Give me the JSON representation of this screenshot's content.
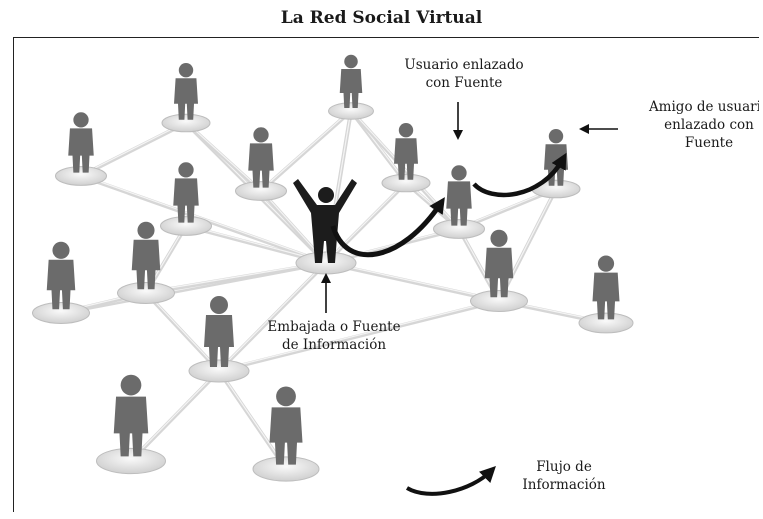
{
  "title": "La Red Social Virtual",
  "labels": {
    "usuario": [
      "Usuario enlazado",
      "con Fuente"
    ],
    "amigo": [
      "Amigo de usuario",
      "enlazado con",
      "Fuente"
    ],
    "embajada": [
      "Embajada o Fuente",
      "de Información"
    ],
    "flujo": [
      "Flujo de",
      "Información"
    ]
  },
  "colors": {
    "person": "#6b6b6b",
    "source": "#1c1c1c",
    "arrow": "#111111",
    "line": "#d6d6d6",
    "base": "#e4e4e4"
  }
}
